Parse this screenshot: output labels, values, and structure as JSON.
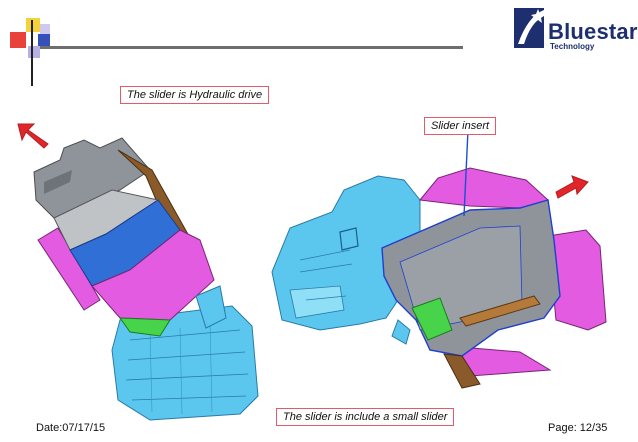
{
  "brand": {
    "name": "Bluestar",
    "tagline": "Technology"
  },
  "callouts": {
    "hydraulic": "The slider is Hydraulic drive",
    "insert": "Slider insert",
    "small_slider": "The slider is include  a small slider"
  },
  "footer": {
    "date": "Date:07/17/15",
    "page": "Page: 12/35"
  },
  "colors": {
    "accent_red": "#e0262b",
    "brand_blue": "#1d2f6f",
    "mold_blue": "#2f6fd6",
    "mold_magenta": "#e35be0",
    "mold_cyan": "#5bc7ee",
    "mold_gray": "#8e949a"
  }
}
